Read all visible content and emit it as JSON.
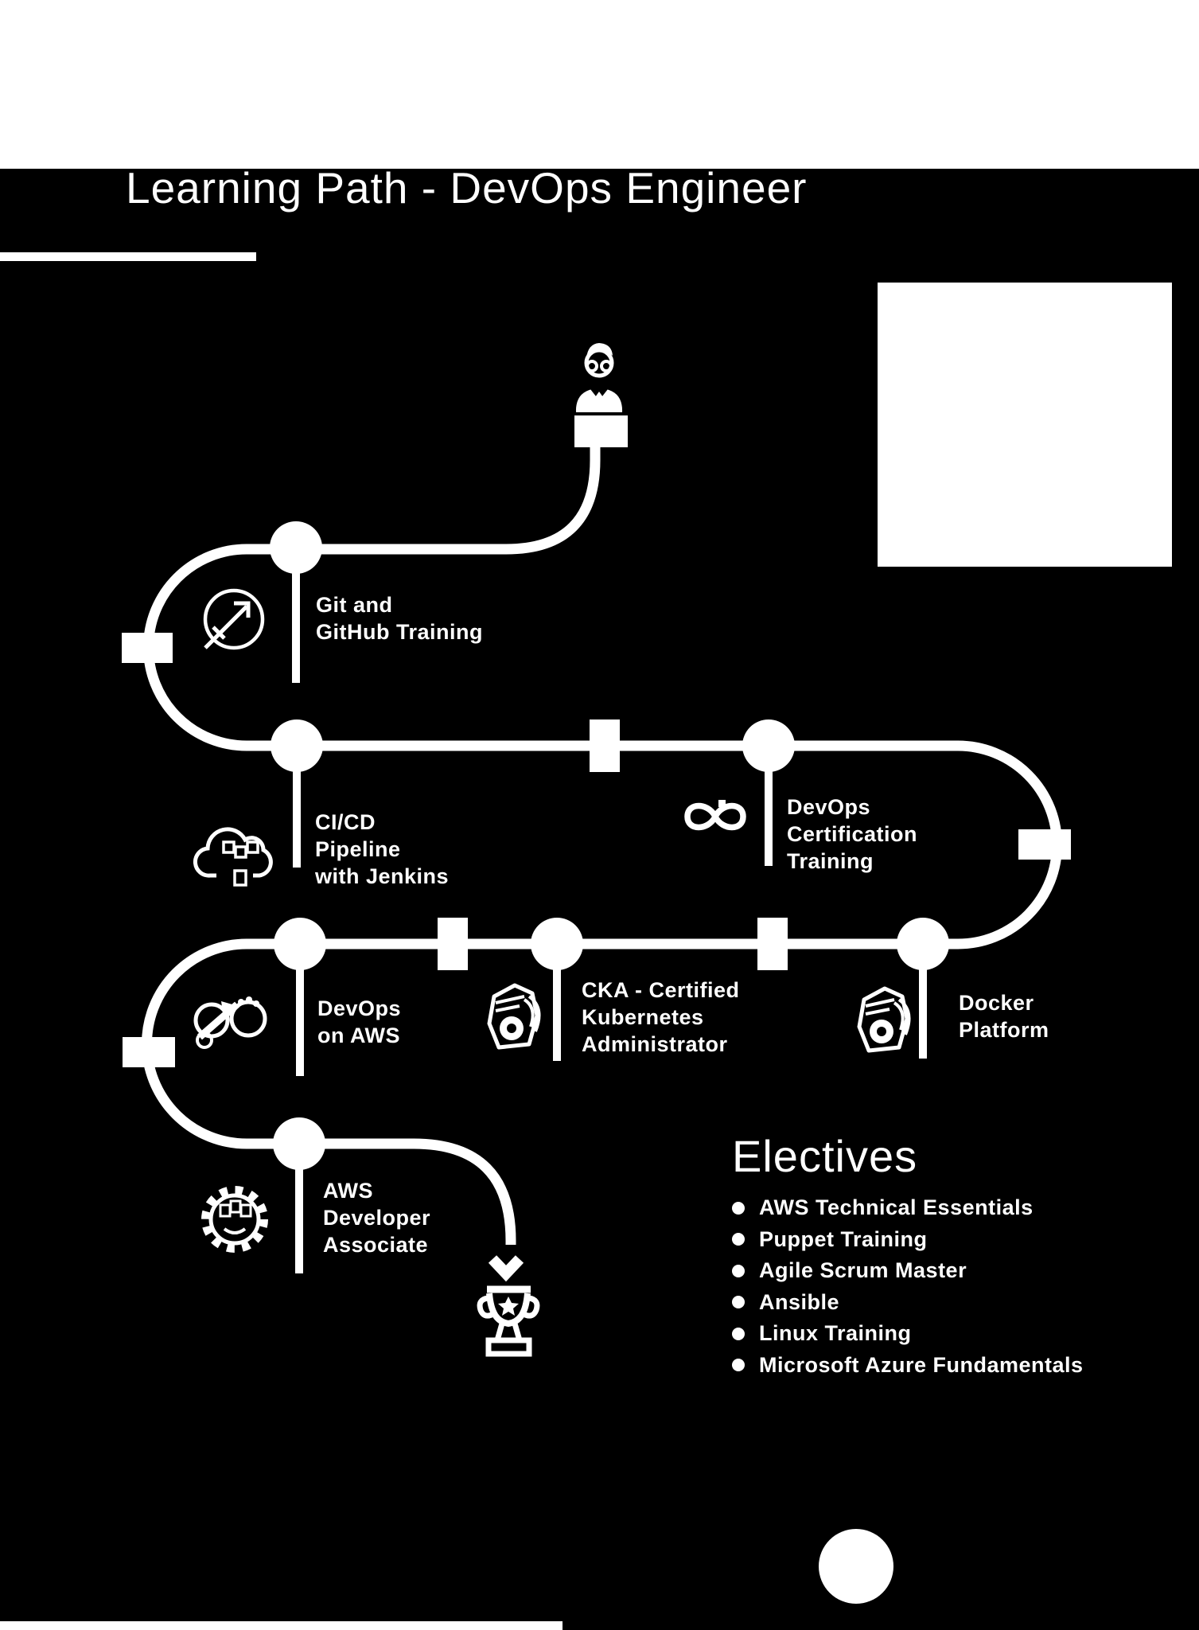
{
  "page": {
    "title": "Learning Path - DevOps Engineer",
    "colors": {
      "background": "#000000",
      "foreground": "#ffffff"
    }
  },
  "start": {
    "icon": "person-at-podium-icon"
  },
  "finish": {
    "icons": [
      "chevron-down-icon",
      "trophy-icon"
    ]
  },
  "milestones": [
    {
      "id": "git",
      "icon": "git-compare-icon",
      "lines": [
        "Git and",
        "GitHub Training"
      ]
    },
    {
      "id": "cicd",
      "icon": "cloud-delivery-icon",
      "lines": [
        "CI/CD",
        "Pipeline",
        "with Jenkins"
      ]
    },
    {
      "id": "devops-cert",
      "icon": "infinity-devops-icon",
      "lines": [
        "DevOps",
        "Certification",
        "Training"
      ]
    },
    {
      "id": "devops-aws",
      "icon": "devops-loop-gears-icon",
      "lines": [
        "DevOps",
        "on AWS"
      ]
    },
    {
      "id": "cka",
      "icon": "kubernetes-certificate-icon",
      "lines": [
        "CKA - Certified",
        "Kubernetes",
        "Administrator"
      ]
    },
    {
      "id": "docker",
      "icon": "docker-certificate-icon",
      "lines": [
        "Docker",
        "Platform"
      ]
    },
    {
      "id": "aws-dev",
      "icon": "aws-gear-icon",
      "lines": [
        "AWS",
        "Developer",
        "Associate"
      ]
    }
  ],
  "electives": {
    "title": "Electives",
    "items": [
      "AWS Technical Essentials",
      "Puppet Training",
      "Agile Scrum Master",
      "Ansible",
      "Linux Training",
      "Microsoft Azure Fundamentals"
    ]
  }
}
